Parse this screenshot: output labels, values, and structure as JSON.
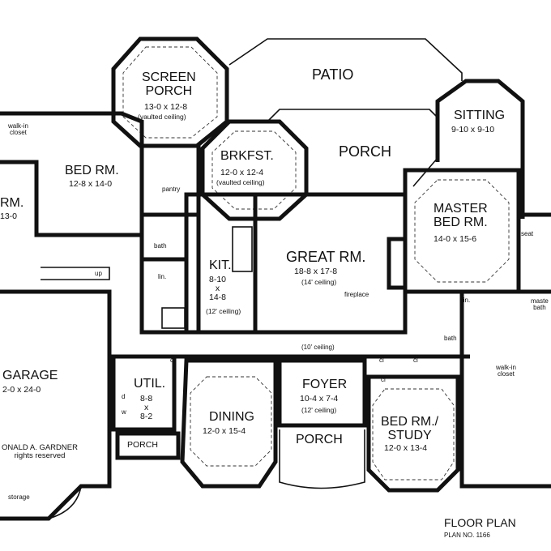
{
  "rooms": {
    "patio": "PATIO",
    "screen_porch": {
      "name": "SCREEN\nPORCH",
      "dims": "13-0 x 12-8",
      "note": "(vaulted ceiling)"
    },
    "sitting": {
      "name": "SITTING",
      "dims": "9-10 x 9-10"
    },
    "porch_rear": "PORCH",
    "brkfst": {
      "name": "BRKFST.",
      "dims": "12-0 x 12-4",
      "note": "(vaulted ceiling)"
    },
    "bed_rm": {
      "name": "BED RM.",
      "dims": "12-8 x 14-0"
    },
    "rm_partial": {
      "name": "RM.",
      "dims": "13-0"
    },
    "master_bed": {
      "name": "MASTER\nBED RM.",
      "dims": "14-0 x 15-6"
    },
    "great_rm": {
      "name": "GREAT RM.",
      "dims": "18-8 x 17-8",
      "note": "(14' ceiling)"
    },
    "kit": {
      "name": "KIT.",
      "dims": "8-10\nx\n14-8",
      "note": "(12' ceiling)"
    },
    "garage": {
      "name": "GARAGE",
      "dims": "2-0 x 24-0"
    },
    "util": {
      "name": "UTIL.",
      "dims": "8-8\nx\n8-2"
    },
    "dining": {
      "name": "DINING",
      "dims": "12-0 x 15-4"
    },
    "foyer": {
      "name": "FOYER",
      "dims": "10-4 x 7-4",
      "note": "(12' ceiling)"
    },
    "bed_study": {
      "name": "BED RM./\nSTUDY",
      "dims": "12-0 x 13-4"
    },
    "porch_front": "PORCH",
    "porch_side": "PORCH"
  },
  "small_labels": {
    "walkin_closet_left": "walk-in\ncloset",
    "pantry": "pantry",
    "bath_upper": "bath",
    "lin_kit": "lin.",
    "up": "up",
    "fireplace": "fireplace",
    "ten_ceiling": "(10' ceiling)",
    "cl_1": "cl",
    "cl_2": "cl",
    "cl_3": "cl",
    "cl_4": "cl",
    "lin_master": "lin.",
    "bath_master": "bath",
    "master_bath": "maste\nbath",
    "seat": "seat",
    "walkin_closet_right": "walk-in\ncloset",
    "d": "d",
    "w": "w",
    "storage": "storage"
  },
  "copyright": "ONALD A. GARDNER\nrights reserved",
  "title": {
    "heading": "FLOOR PLAN",
    "plan_no": "PLAN NO. 1166"
  }
}
